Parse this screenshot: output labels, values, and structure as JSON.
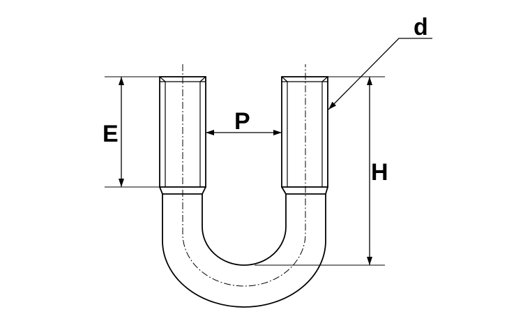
{
  "diagram": {
    "labels": {
      "d": "d",
      "E": "E",
      "P": "P",
      "H": "H"
    },
    "colors": {
      "line": "#000000",
      "background": "#ffffff"
    }
  }
}
